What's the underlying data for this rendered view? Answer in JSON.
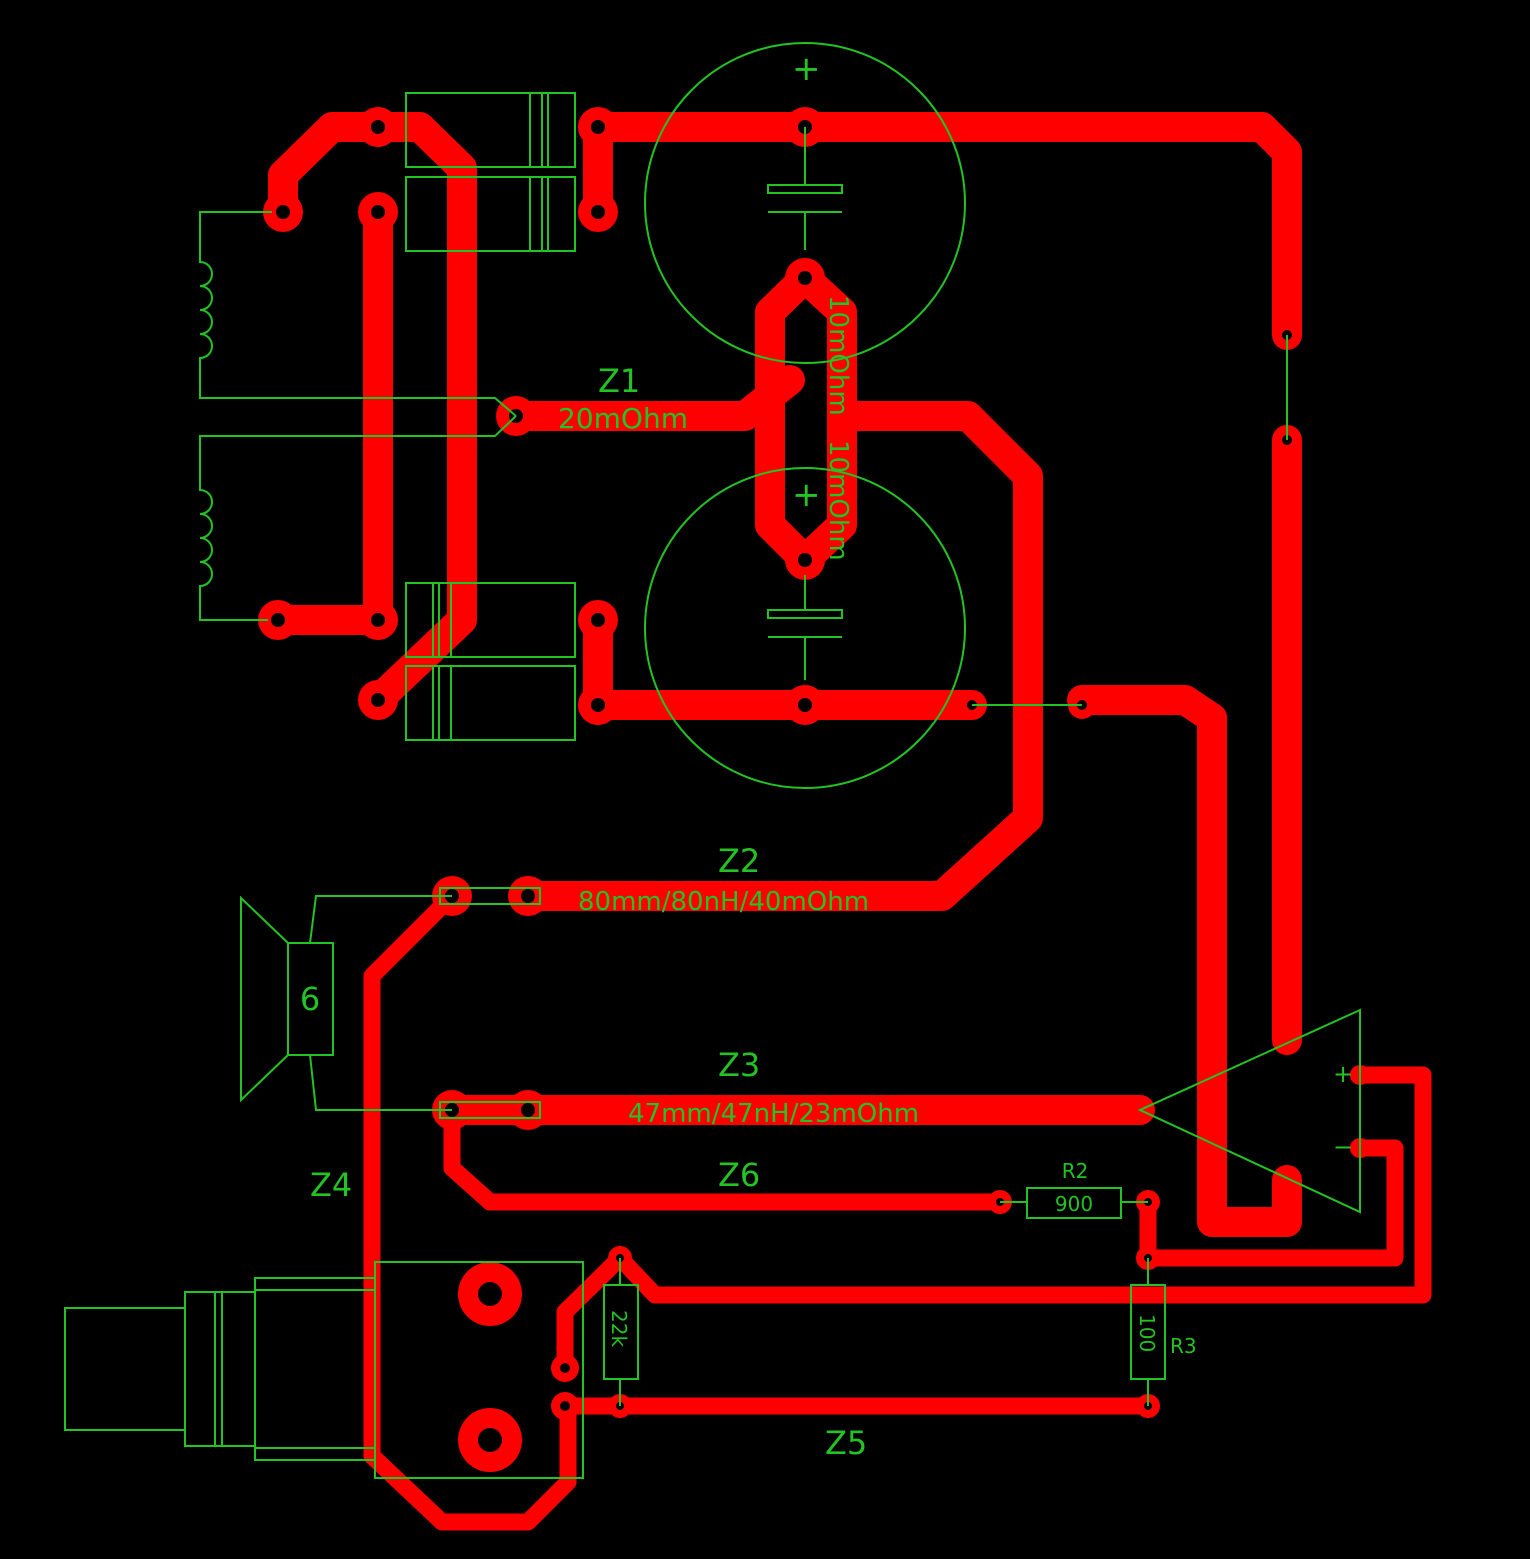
{
  "colors": {
    "background": "#000000",
    "copper": "#ff0000",
    "silkscreen": "#22c322"
  },
  "labels": {
    "z1": "Z1",
    "z1_value": "20mOhm",
    "z2": "Z2",
    "z2_value": "80mm/80nH/40mOhm",
    "z3": "Z3",
    "z3_value": "47mm/47nH/23mOhm",
    "z4": "Z4",
    "z5": "Z5",
    "z6": "Z6",
    "cap_esr_top": "10mOhm",
    "cap_esr_bottom": "10mOhm"
  },
  "components": {
    "cap_top_polarity": "+",
    "cap_bottom_polarity": "+",
    "speaker_value": "6",
    "r2_name": "R2",
    "r2_value": "900",
    "r3_name": "R3",
    "r3_value": "100",
    "r_input_value": "22k",
    "opamp_plus": "+",
    "opamp_minus": "−"
  }
}
